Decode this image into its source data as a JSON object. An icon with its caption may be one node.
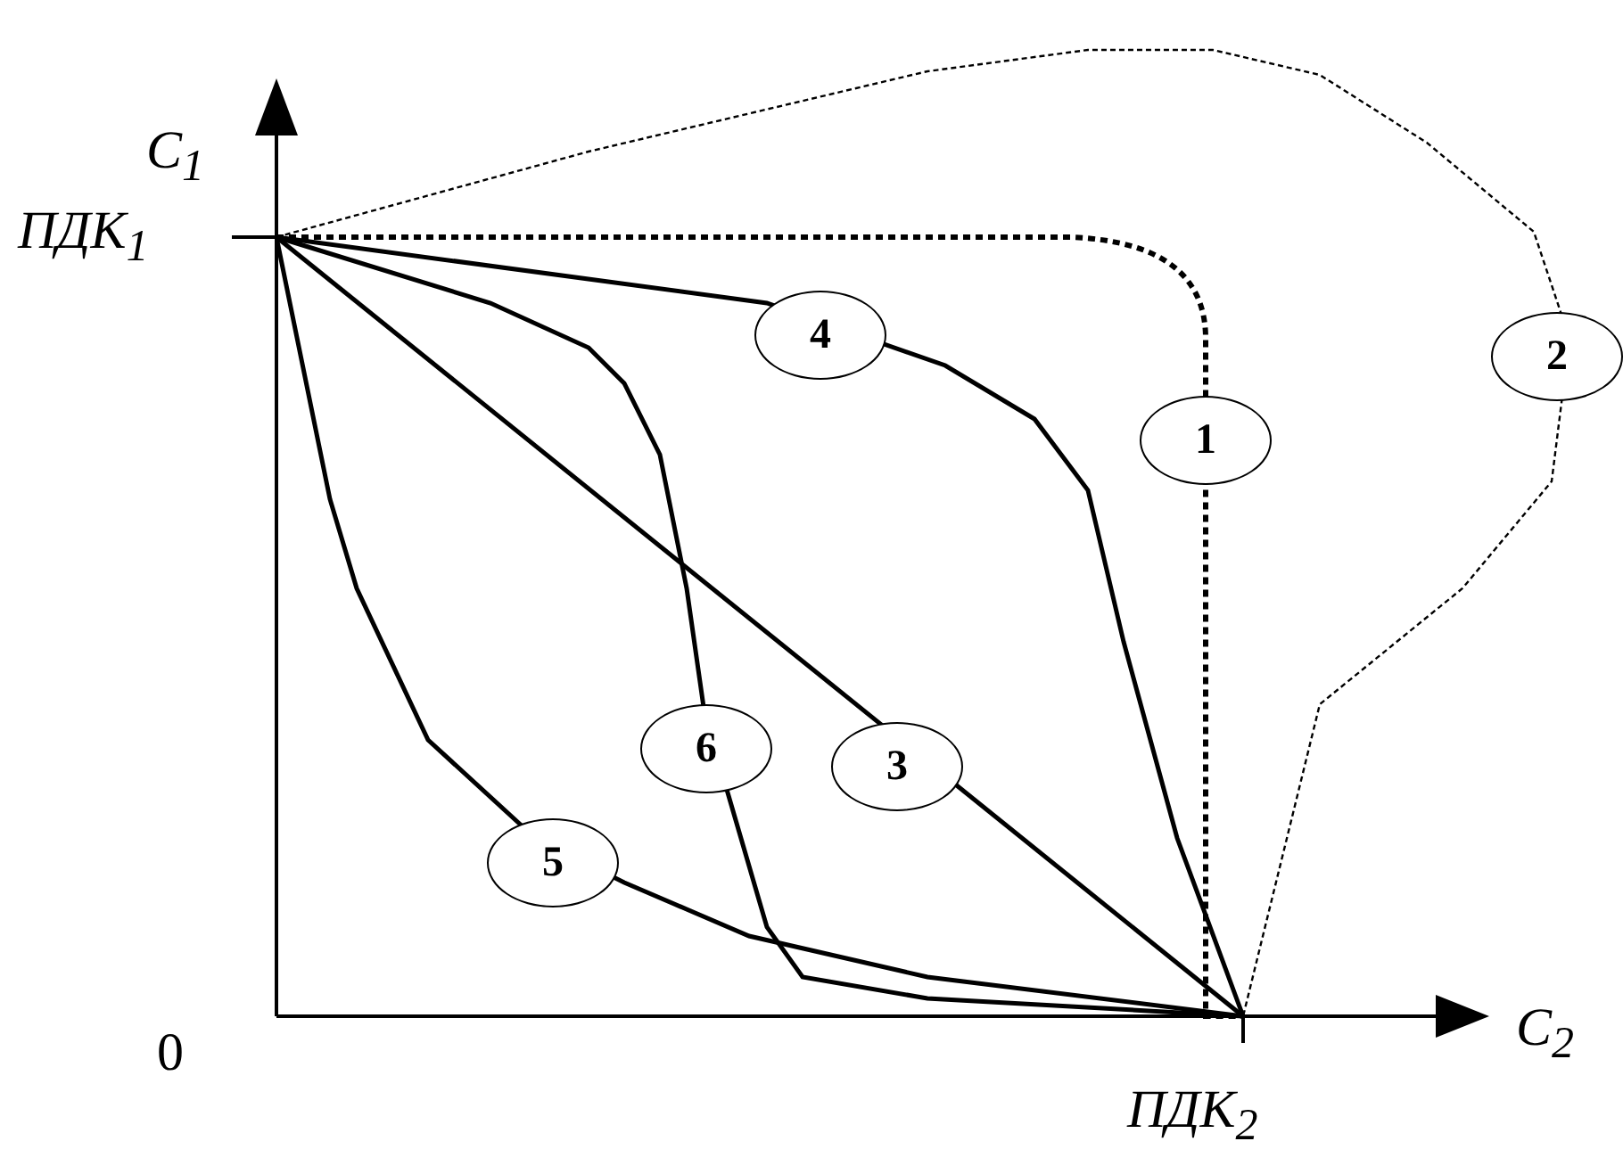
{
  "diagram": {
    "nodes": [
      {
        "text": [
          "4"
        ]
      },
      {
        "text": [
          "1"
        ]
      },
      {
        "text": [
          "2"
        ]
      },
      {
        "text": [
          "6"
        ]
      },
      {
        "text": [
          "3"
        ]
      },
      {
        "text": [
          "5"
        ]
      }
    ],
    "labels": [
      "C$_{1}$",
      "ПДК$_{1}$",
      "0",
      "C$_{2}$",
      "ПДК$_{2}$"
    ]
  }
}
